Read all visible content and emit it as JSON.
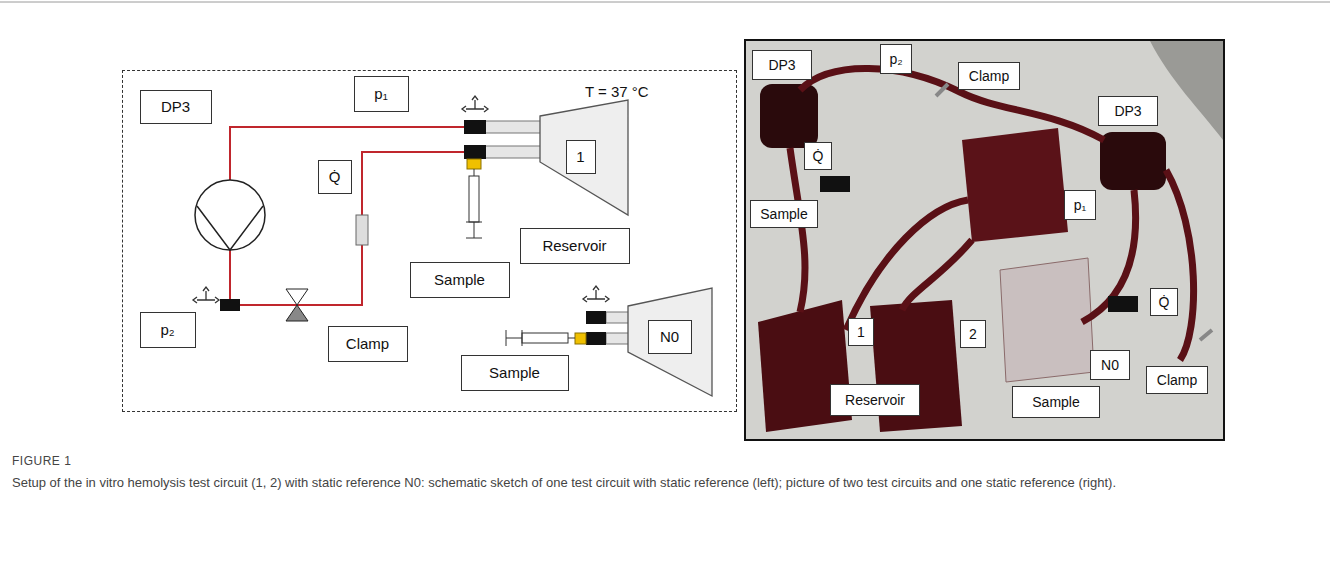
{
  "diagram": {
    "title": "FIGURE 1",
    "caption": "Setup of the in vitro hemolysis test circuit (1, 2) with static reference N0: schematic sketch of one test circuit with static reference (left); picture of two test circuits and one static reference (right).",
    "nodes": [
      {
        "text": [
          "T = 37 °C"
        ]
      },
      {
        "text": [
          "DP3"
        ],
        "in": 0
      },
      {
        "text": [
          "p₁"
        ],
        "in": 0
      },
      {
        "text": [
          "1"
        ],
        "in": 0
      },
      {
        "text": [
          "Reservoir"
        ],
        "in": 0
      },
      {
        "text": [
          "Sample"
        ],
        "in": 0
      },
      {
        "text": [
          "Q̇"
        ],
        "in": 0
      },
      {
        "text": [
          "p₂"
        ],
        "in": 0
      },
      {
        "text": [
          "Clamp"
        ],
        "in": 0
      },
      {
        "text": [
          "Sample"
        ],
        "in": 0
      },
      {
        "text": [
          "N0"
        ],
        "in": 0
      },
      {
        "text": [
          "DP3"
        ]
      },
      {
        "text": [
          "p₂"
        ]
      },
      {
        "text": [
          "Clamp"
        ]
      },
      {
        "text": [
          "DP3"
        ]
      },
      {
        "text": [
          "Q̇"
        ]
      },
      {
        "text": [
          "Sample"
        ]
      },
      {
        "text": [
          "p₁"
        ]
      },
      {
        "text": [
          "Q̇"
        ]
      },
      {
        "text": [
          "1"
        ]
      },
      {
        "text": [
          "2"
        ]
      },
      {
        "text": [
          "N0"
        ]
      },
      {
        "text": [
          "Clamp"
        ]
      },
      {
        "text": [
          "Reservoir"
        ]
      },
      {
        "text": [
          "Sample"
        ]
      }
    ]
  }
}
